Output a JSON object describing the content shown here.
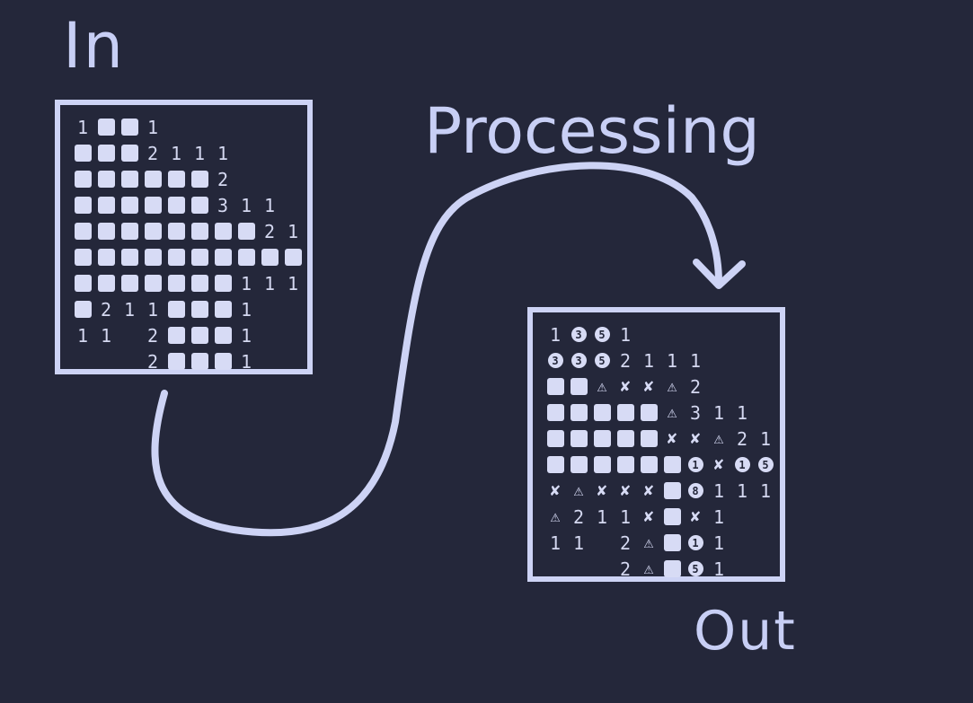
{
  "labels": {
    "in": "In",
    "processing": "Processing",
    "out": "Out"
  },
  "colors": {
    "background": "#24273a",
    "ink": "#cdd3f5"
  },
  "input_grid": [
    [
      "1",
      "#",
      "#",
      "1"
    ],
    [
      "#",
      "#",
      "#",
      "2",
      "1",
      "1",
      "1"
    ],
    [
      "#",
      "#",
      "#",
      "#",
      "#",
      "#",
      "2"
    ],
    [
      "#",
      "#",
      "#",
      "#",
      "#",
      "#",
      "3",
      "1",
      "1"
    ],
    [
      "#",
      "#",
      "#",
      "#",
      "#",
      "#",
      "#",
      "#",
      "2",
      "1"
    ],
    [
      "#",
      "#",
      "#",
      "#",
      "#",
      "#",
      "#",
      "#",
      "#",
      "#"
    ],
    [
      "#",
      "#",
      "#",
      "#",
      "#",
      "#",
      "#",
      "1",
      "1",
      "1"
    ],
    [
      "#",
      "2",
      "1",
      "1",
      "#",
      "#",
      "#",
      "1"
    ],
    [
      "1",
      "1",
      " ",
      "2",
      "#",
      "#",
      "#",
      "1"
    ],
    [
      " ",
      " ",
      " ",
      "2",
      "#",
      "#",
      "#",
      "1"
    ]
  ],
  "output_grid": [
    [
      "1",
      "c3",
      "c5",
      "1"
    ],
    [
      "c3",
      "c3",
      "c5",
      "2",
      "1",
      "1",
      "1"
    ],
    [
      "#",
      "#",
      "!",
      "x",
      "x",
      "!",
      "2"
    ],
    [
      "#",
      "#",
      "#",
      "#",
      "#",
      "!",
      "3",
      "1",
      "1"
    ],
    [
      "#",
      "#",
      "#",
      "#",
      "#",
      "x",
      "x",
      "!",
      "2",
      "1"
    ],
    [
      "#",
      "#",
      "#",
      "#",
      "#",
      "#",
      "c1",
      "x",
      "c1",
      "c5"
    ],
    [
      "x",
      "!",
      "x",
      "x",
      "x",
      "#",
      "c8",
      "1",
      "1",
      "1"
    ],
    [
      "!",
      "2",
      "1",
      "1",
      "x",
      "#",
      "x",
      "1"
    ],
    [
      "1",
      "1",
      " ",
      "2",
      "!",
      "#",
      "c1",
      "1"
    ],
    [
      " ",
      " ",
      " ",
      "2",
      "!",
      "#",
      "c5",
      "1"
    ]
  ],
  "icons": {
    "warning": "warning-icon",
    "crossed": "crossed-bell-icon",
    "square": "unrevealed-cell"
  }
}
